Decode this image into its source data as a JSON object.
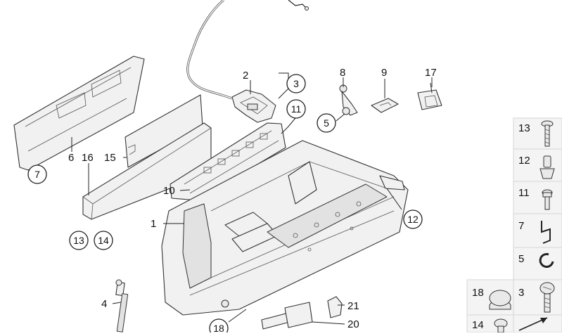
{
  "diagram": {
    "callouts": {
      "c1": "1",
      "c2": "2",
      "c3": "3",
      "c4": "4",
      "c5": "5",
      "c6": "6",
      "c7": "7",
      "c8": "8",
      "c9": "9",
      "c10": "10",
      "c11": "11",
      "c12": "12",
      "c13": "13",
      "c14": "14",
      "c15": "15",
      "c16": "16",
      "c17": "17",
      "c18": "18",
      "c20": "20",
      "c21": "21"
    },
    "legend": {
      "items": [
        {
          "num": "13",
          "icon": "screw-icon"
        },
        {
          "num": "12",
          "icon": "expansion-rivet-icon"
        },
        {
          "num": "11",
          "icon": "bolt-icon"
        },
        {
          "num": "7",
          "icon": "spring-clip-icon"
        },
        {
          "num": "5",
          "icon": "circlip-icon"
        },
        {
          "num": "3",
          "icon": "oval-head-screw-icon"
        }
      ],
      "bottom": [
        {
          "num": "18",
          "icon": "cap-icon"
        },
        {
          "num": "14",
          "icon": "push-button-icon"
        }
      ],
      "corner_icon": "diagonal-arrow-icon"
    }
  }
}
